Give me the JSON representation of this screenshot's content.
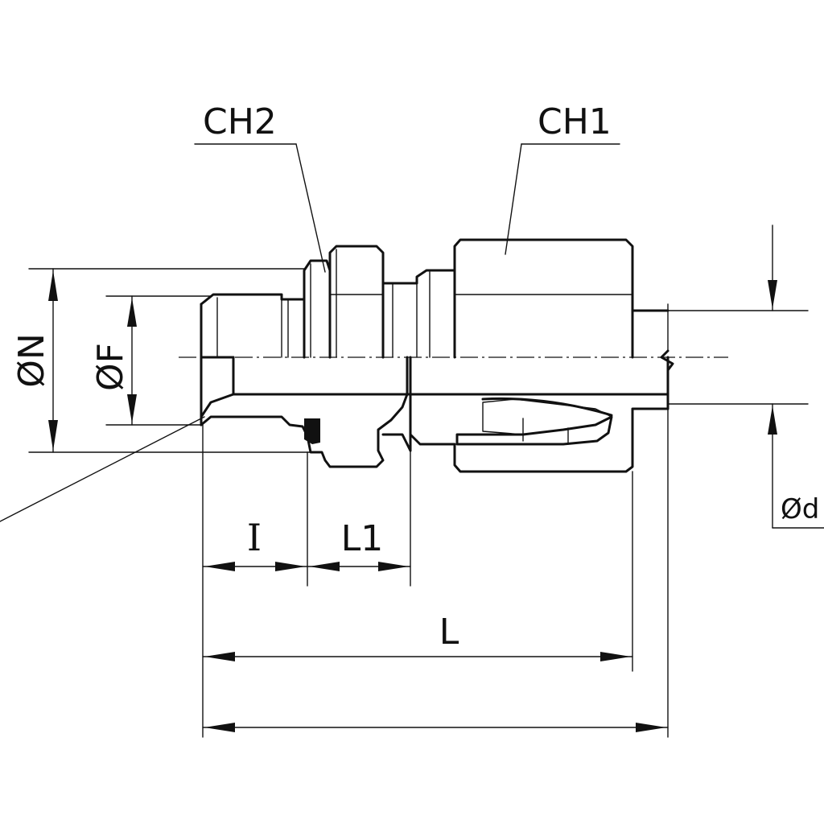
{
  "labels": {
    "ch2": "CH2",
    "ch1": "CH1",
    "dia_n": "ØN",
    "dia_f": "ØF",
    "dia_d": "Ød",
    "len_i": "I",
    "len_l1": "L1",
    "len_l": "L"
  }
}
